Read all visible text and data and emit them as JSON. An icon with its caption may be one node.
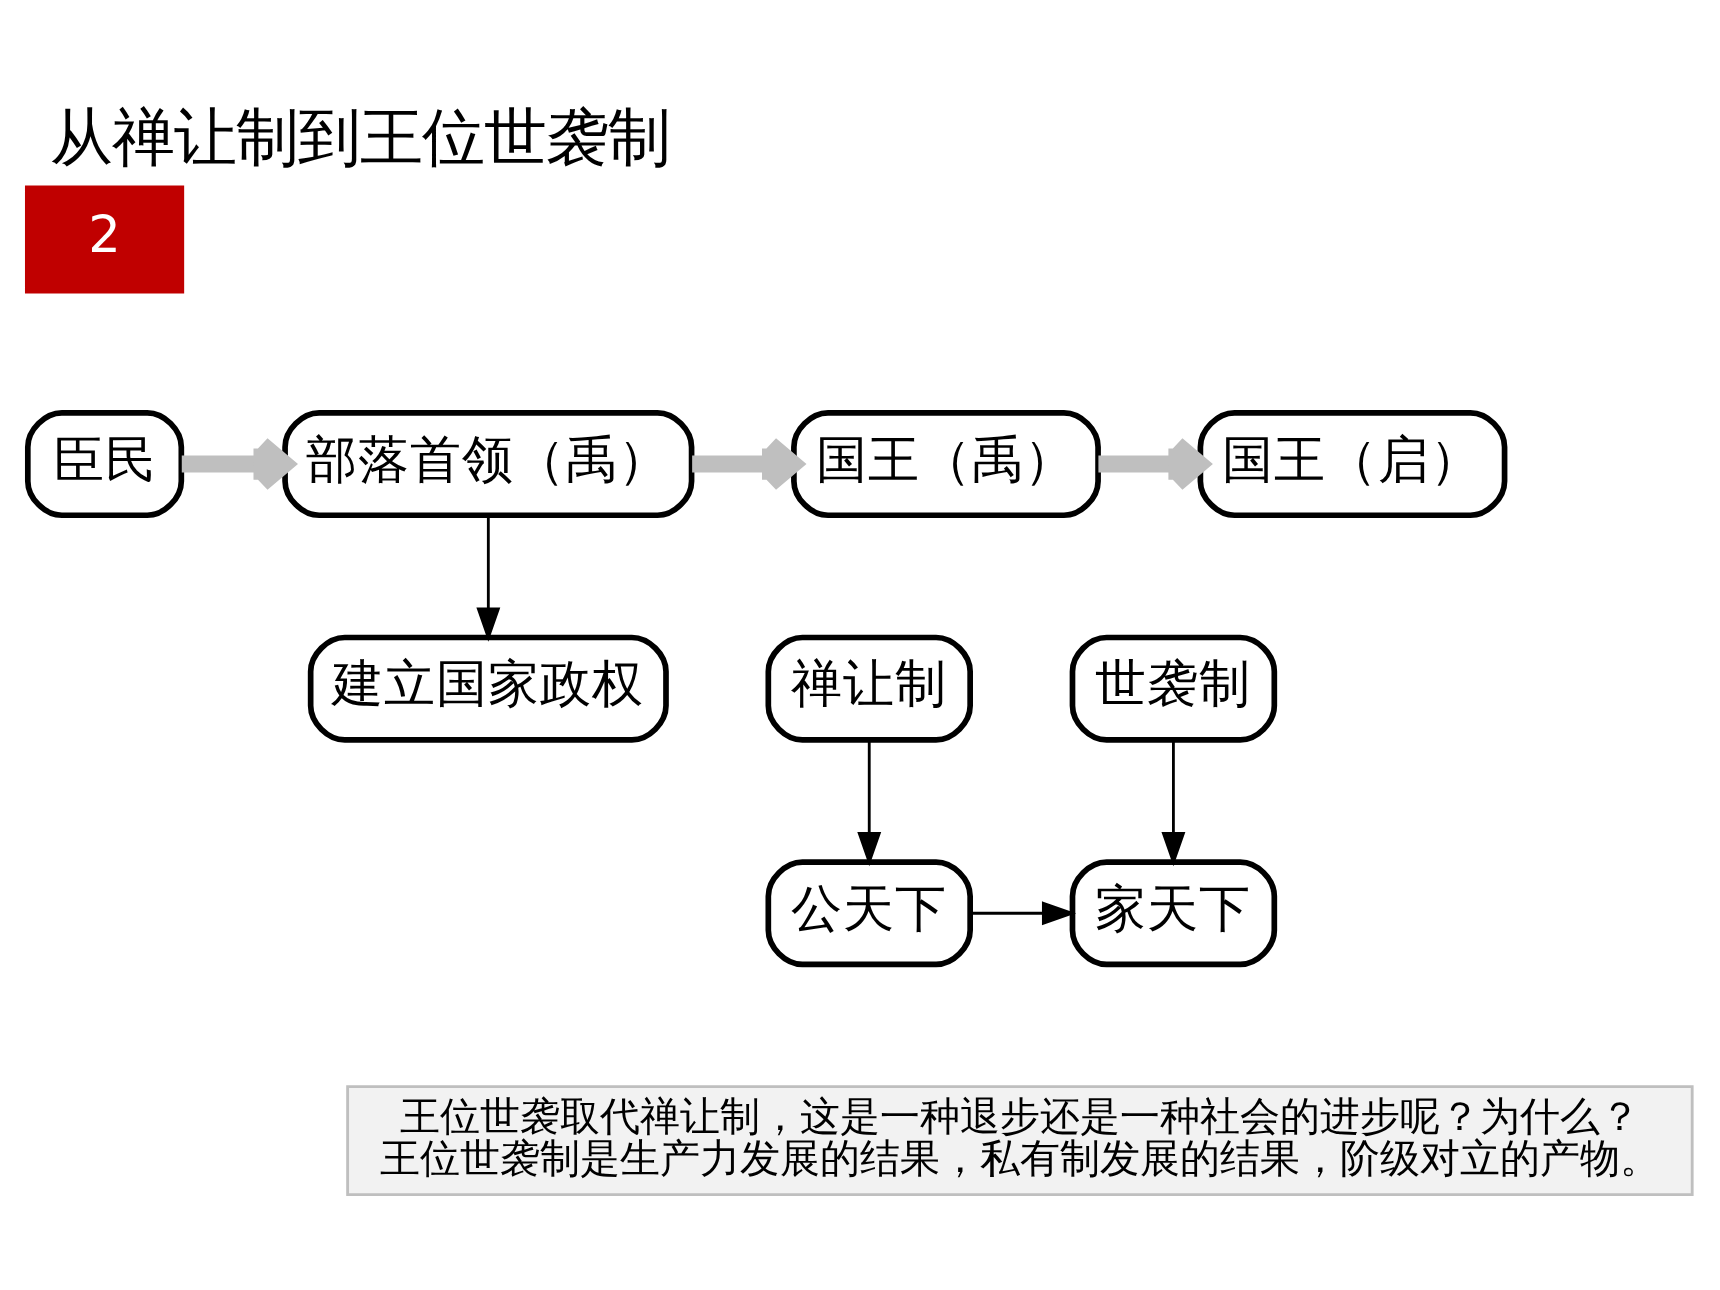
{
  "diagram": {
    "title": "从禅让制到王位世袭制",
    "nodes": [
      {
        "text": [
          "臣民"
        ]
      },
      {
        "text": [
          "部落首领（禹）"
        ]
      },
      {
        "text": [
          "国王（禹）"
        ]
      },
      {
        "text": [
          "国王（启）"
        ]
      },
      {
        "text": [
          "禅让制"
        ]
      },
      {
        "text": [
          "建立国家政权"
        ]
      },
      {
        "text": [
          "世袭制"
        ]
      },
      {
        "text": [
          "公天下"
        ]
      },
      {
        "text": [
          "家天下"
        ]
      },
      {
        "text": [
          "王位世袭取代禅让制，这是一种退步还是一种社会的进步呢？为什么？",
          "王位世袭制是生产力发展的结果，私有制发展的结果，阶级对立的产物。"
        ]
      }
    ],
    "edges": [
      {
        "from": 0,
        "to": 1,
        "arrow": "to",
        "style": "thick",
        "color": "#bfbfbf"
      },
      {
        "from": 1,
        "to": 2,
        "arrow": "to",
        "style": "thick",
        "color": "#bfbfbf"
      },
      {
        "from": 2,
        "to": 3,
        "arrow": "to",
        "style": "thick",
        "color": "#bfbfbf"
      },
      {
        "from": 1,
        "to": 5,
        "arrow": "to"
      },
      {
        "from": 4,
        "to": 7,
        "arrow": "to"
      },
      {
        "from": 6,
        "to": 8,
        "arrow": "to"
      },
      {
        "from": 7,
        "to": 8,
        "arrow": "to"
      }
    ],
    "labels": [
      "2"
    ]
  }
}
